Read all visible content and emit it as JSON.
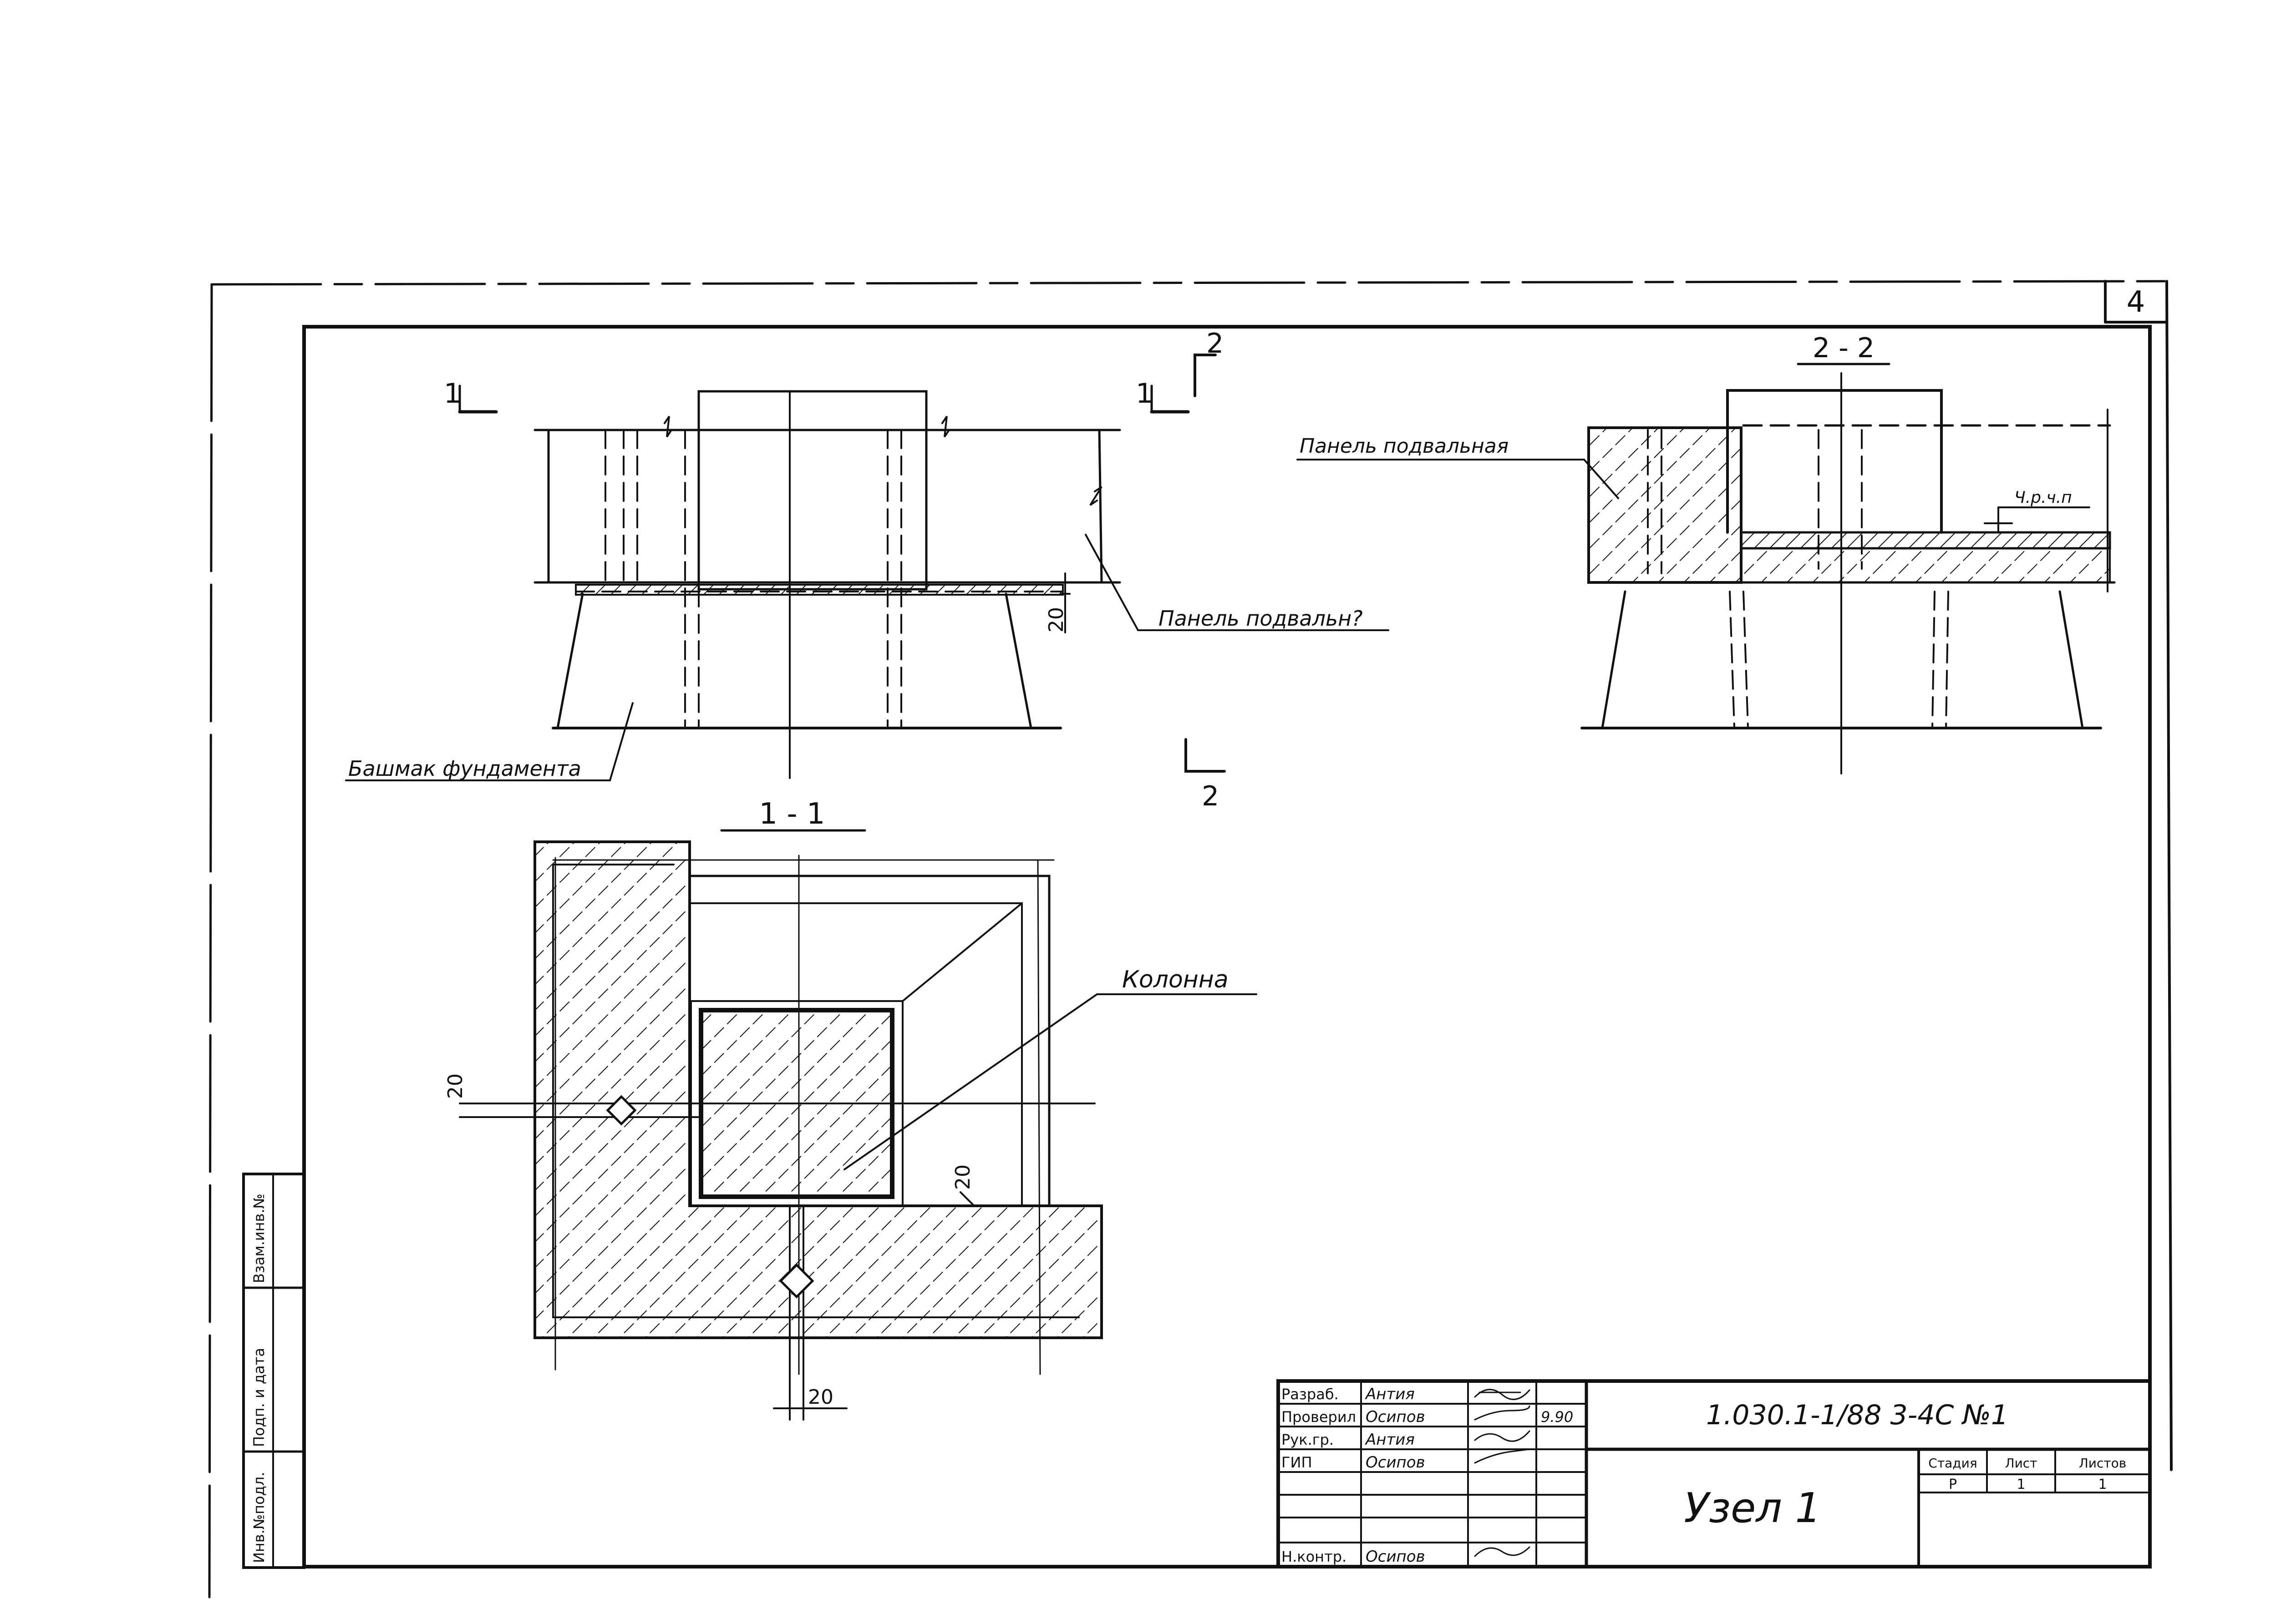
{
  "sheet": {
    "sheet_number": "4",
    "stroke_color": "#111111",
    "paper_color": "#ffffff"
  },
  "views": {
    "elevation": {
      "section_mark_left": "1",
      "section_mark_right": "1",
      "section_mark_top": "2",
      "section_mark_bottom": "2",
      "dim_gap": "20",
      "label_panel": "Панель подвальн?",
      "label_footing": "Башмак фундамента"
    },
    "section_2_2": {
      "title": "2 - 2",
      "label_panel": "Панель подвальная",
      "label_floor": "Ч.р.ч.п"
    },
    "section_1_1": {
      "title": "1 - 1",
      "label_column": "Колонна",
      "dim_left": "20",
      "dim_right": "20",
      "dim_bottom": "20"
    }
  },
  "side_stamp": {
    "cells": [
      "Инв.№подл.",
      "Подп. и дата",
      "Взам.инв.№"
    ]
  },
  "title_block": {
    "roles": [
      "Разраб.",
      "Проверил",
      "Рук.гр.",
      "ГИП",
      "",
      "",
      "",
      "Н.контр."
    ],
    "names": [
      "Антия",
      "Осипов",
      "Антия",
      "Осипов",
      "",
      "",
      "",
      "Осипов"
    ],
    "date": "9.90",
    "document_code": "1.030.1-1/88 3-4С №1",
    "drawing_title": "Узел 1",
    "headers": [
      "Стадия",
      "Лист",
      "Листов"
    ],
    "values": [
      "Р",
      "1",
      "1"
    ]
  }
}
